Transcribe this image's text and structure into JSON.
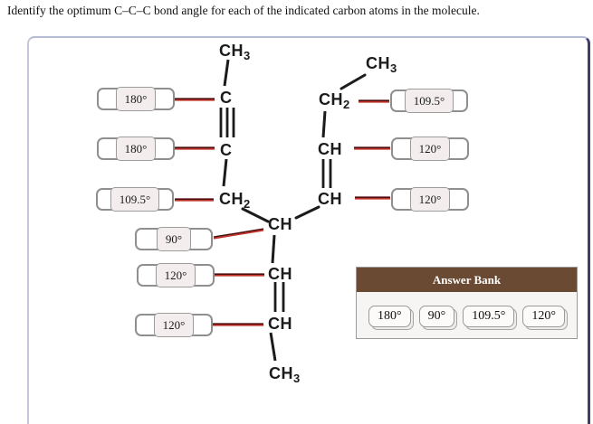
{
  "title": "Identify the optimum C–C–C bond angle for each of the indicated carbon atoms in the molecule.",
  "molecule": {
    "atoms": [
      {
        "main": "CH",
        "sub": "3"
      },
      {
        "main": "C",
        "sub": ""
      },
      {
        "main": "C",
        "sub": ""
      },
      {
        "main": "CH",
        "sub": "2"
      },
      {
        "main": "CH",
        "sub": ""
      },
      {
        "main": "CH",
        "sub": ""
      },
      {
        "main": "CH",
        "sub": ""
      },
      {
        "main": "CH",
        "sub": "3"
      },
      {
        "main": "CH",
        "sub": "3"
      },
      {
        "main": "CH",
        "sub": "2"
      },
      {
        "main": "CH",
        "sub": ""
      },
      {
        "main": "CH",
        "sub": ""
      }
    ]
  },
  "drop_targets": [
    {
      "value": "180°"
    },
    {
      "value": "180°"
    },
    {
      "value": "109.5°"
    },
    {
      "value": "90°"
    },
    {
      "value": "120°"
    },
    {
      "value": "120°"
    },
    {
      "value": "109.5°"
    },
    {
      "value": "120°"
    },
    {
      "value": "120°"
    }
  ],
  "answer_bank": {
    "header": "Answer Bank",
    "options": [
      "180°",
      "90°",
      "109.5°",
      "120°"
    ]
  },
  "colors": {
    "connector_red": "#bf3228",
    "connector_dark": "#4e0e0e",
    "bank_header_brown": "#6a4a32",
    "panel_border_right": "#3e3e6b"
  }
}
